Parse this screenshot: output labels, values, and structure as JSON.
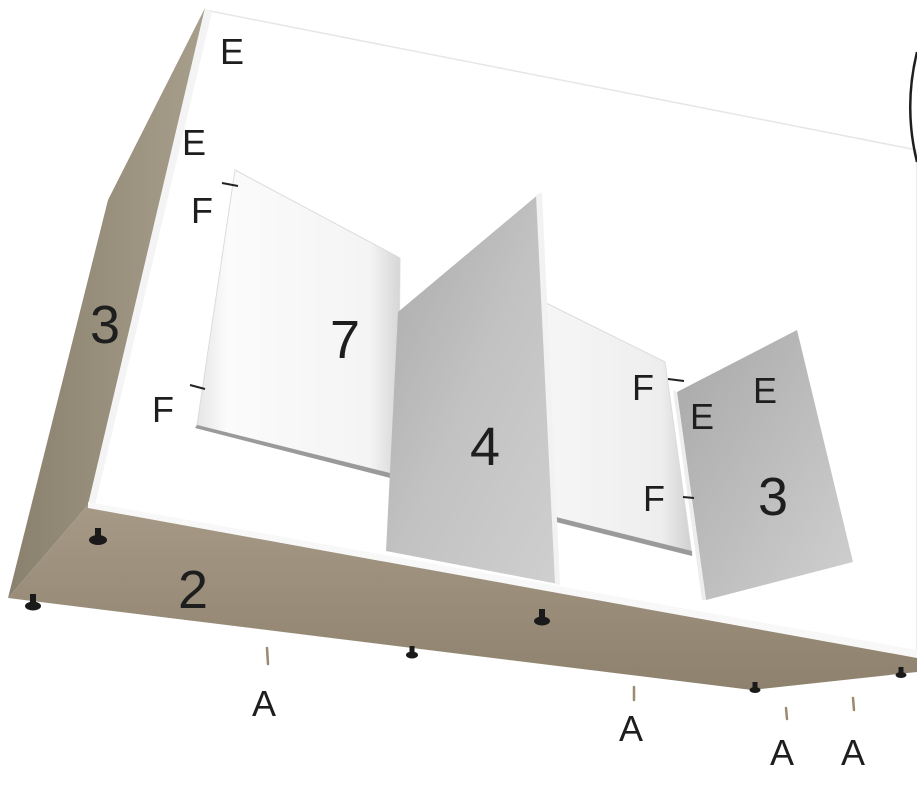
{
  "colors": {
    "bottom_panel": "#9c907c",
    "side_panel": "#9e9482",
    "back_panel": "#ffffff",
    "shelf": "#f2f2f2",
    "divider": "#b4b4b4",
    "door": "#b8b8b8",
    "label": "#1e1e1e"
  },
  "labels": {
    "e_top": "E",
    "e_left": "E",
    "f_top_left": "F",
    "f_bottom_left": "F",
    "side_left": "3",
    "shelf_number": "7",
    "divider_number": "4",
    "bottom_number": "2",
    "f_right_top": "F",
    "f_right_bottom": "F",
    "e_right_a": "E",
    "e_right_b": "E",
    "side_right": "3",
    "a_1": "A",
    "a_2": "A",
    "a_3": "A",
    "a_4": "A"
  }
}
